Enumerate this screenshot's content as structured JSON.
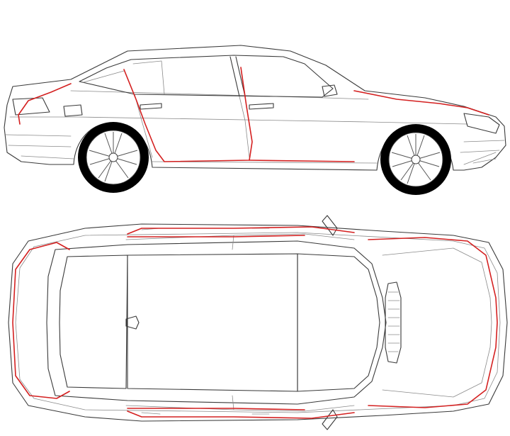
{
  "diagram": {
    "subject": "sedan-car-outline",
    "views": [
      "side-view",
      "top-view"
    ],
    "colors": {
      "outline": "#3a3a3a",
      "detail": "#8a8a8a",
      "highlight": "#d42020",
      "tire": "#000000",
      "background": "#ffffff"
    }
  }
}
